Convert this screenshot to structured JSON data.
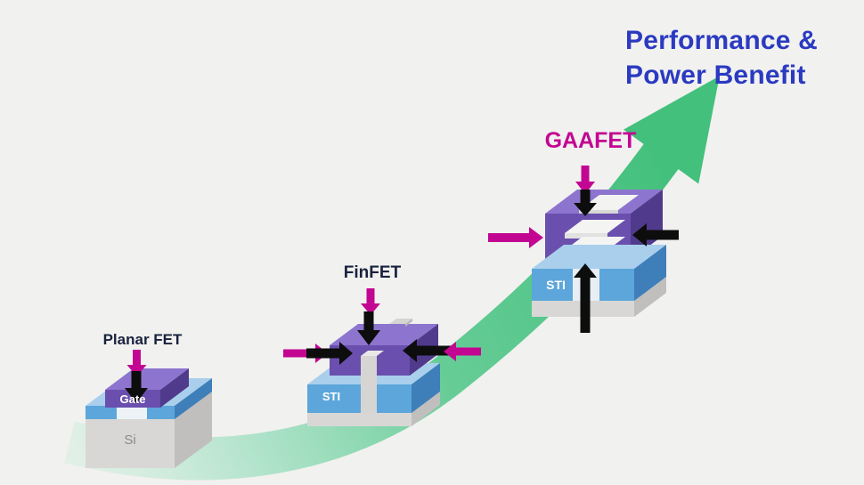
{
  "background_color": "#f1f1ef",
  "title": {
    "line1": "Performance &",
    "line2": "Power Benefit",
    "color": "#2b3ac1"
  },
  "growth_arrow": {
    "description": "green curved arrow sweeping up to the right",
    "color_tail": "#cdeedd",
    "color_head": "#43c07c"
  },
  "stages": [
    {
      "label": "Planar FET",
      "label_color": "#18223e",
      "gate_label": "Gate",
      "substrate_label": "Si"
    },
    {
      "label": "FinFET",
      "label_color": "#18223e",
      "substrate_label": "STI"
    },
    {
      "label": "GAAFET",
      "label_color": "#c30692",
      "substrate_label": "STI"
    }
  ],
  "palette": {
    "magenta_arrow": "#c30692",
    "black_arrow": "#0d0d0d",
    "gate_purple_front": "#6a4fae",
    "gate_purple_top": "#8d75cf",
    "gate_purple_side": "#503a8c",
    "oxide_blue_front": "#5ca6db",
    "oxide_blue_top": "#a9cfec",
    "oxide_blue_side": "#3e7fba",
    "substrate_gray": "#d8d7d5",
    "green": "#43c07c",
    "title_blue": "#2b3ac1"
  }
}
